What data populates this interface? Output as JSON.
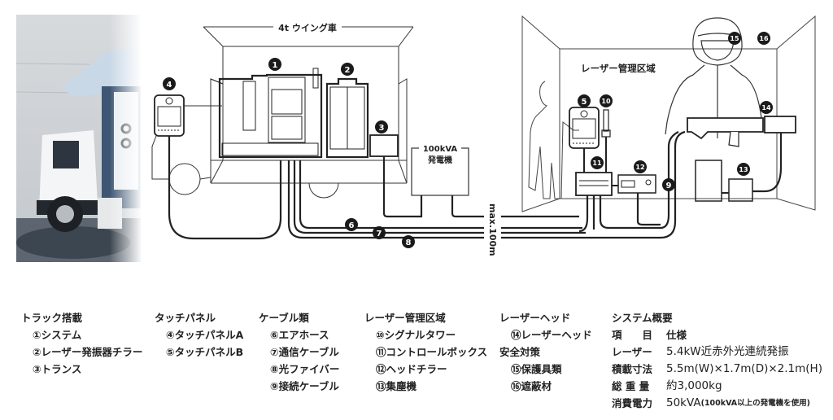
{
  "diagram": {
    "truck_label": "4t ウイング車",
    "generator_label_1": "100kVA",
    "generator_label_2": "発電機",
    "distance_label": "max.100m",
    "zone_label": "レーザー管理区域",
    "markers": [
      "1",
      "2",
      "3",
      "4",
      "5",
      "6",
      "7",
      "8",
      "9",
      "10",
      "11",
      "12",
      "13",
      "14",
      "15",
      "16"
    ]
  },
  "legend": {
    "groups": [
      {
        "title": "トラック搭載",
        "items": [
          "①システム",
          "②レーザー発振器チラー",
          "③トランス"
        ]
      },
      {
        "title": "タッチパネル",
        "items": [
          "④タッチパネルA",
          "⑤タッチパネルB"
        ]
      },
      {
        "title": "ケーブル類",
        "items": [
          "⑥エアホース",
          "⑦通信ケーブル",
          "⑧光ファイバー",
          "⑨接続ケーブル"
        ]
      },
      {
        "title": "レーザー管理区域",
        "items": [
          "⑩シグナルタワー",
          "⑪コントロールボックス",
          "⑫ヘッドチラー",
          "⑬集塵機"
        ]
      },
      {
        "title": "レーザーヘッド",
        "items": [
          "⑭レーザーヘッド"
        ]
      },
      {
        "title": "安全対策",
        "items": [
          "⑮保護具類",
          "⑯遮蔽材"
        ]
      }
    ]
  },
  "spec": {
    "title": "システム概要",
    "header": {
      "key": "項　　目",
      "value": "仕様"
    },
    "rows": [
      {
        "key": "レーザー",
        "value": "5.4kW近赤外光連続発振",
        "note": ""
      },
      {
        "key": "積載寸法",
        "value": "5.5m(W)×1.7m(D)×2.1m(H)",
        "note": ""
      },
      {
        "key": "総 重 量",
        "value": "約3,000kg",
        "note": ""
      },
      {
        "key": "消費電力",
        "value": "50kVA",
        "note": "(100kVA以上の発電機を使用)"
      }
    ]
  }
}
